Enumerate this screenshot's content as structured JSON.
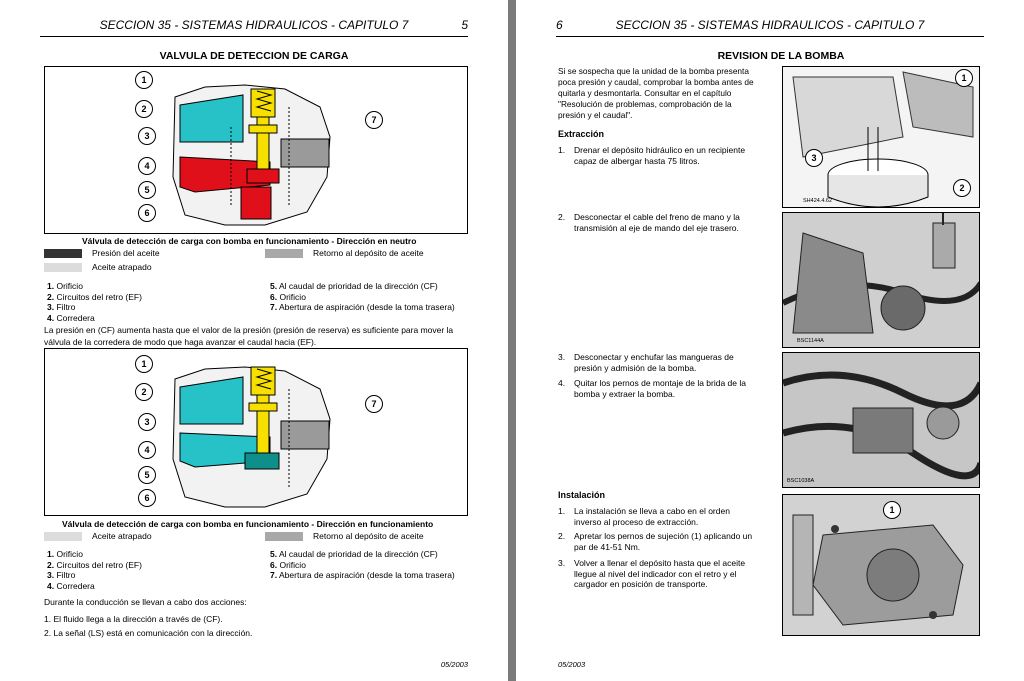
{
  "left_page": {
    "header_title": "SECCION 35 - SISTEMAS HIDRAULICOS - CAPITULO 7",
    "page_number": "5",
    "section_title": "VALVULA DE DETECCION DE CARGA",
    "figure1": {
      "callouts": [
        "1",
        "2",
        "3",
        "4",
        "5",
        "6",
        "7"
      ],
      "caption": "Válvula de detección de carga con bomba en funcionamiento - Dirección en neutro"
    },
    "legend1": {
      "oil_pressure": "Presión del aceite",
      "trapped_oil": "Aceite atrapado",
      "return_to_tank": "Retorno al depósito de aceite",
      "colors": {
        "oil_pressure": "#333333",
        "trapped_oil": "#dcdcdc",
        "return_to_tank": "#a8a8a8"
      }
    },
    "list1_left": [
      {
        "n": "1.",
        "t": "Orificio"
      },
      {
        "n": "2.",
        "t": "Circuitos del retro (EF)"
      },
      {
        "n": "3.",
        "t": "Filtro"
      },
      {
        "n": "4.",
        "t": "Corredera"
      }
    ],
    "list1_right": [
      {
        "n": "5.",
        "t": "Al caudal de prioridad de la dirección (CF)"
      },
      {
        "n": "6.",
        "t": "Orificio"
      },
      {
        "n": "7.",
        "t": "Abertura de aspiración (desde la toma trasera)"
      }
    ],
    "paragraph1": "La presión en (CF) aumenta hasta que el valor de la presión (presión de reserva) es suficiente para mover la válvula de la corredera de modo que haga avanzar el caudal hacia (EF).",
    "figure2": {
      "callouts": [
        "1",
        "2",
        "3",
        "4",
        "5",
        "6",
        "7"
      ],
      "caption": "Válvula de detección de carga con bomba en funcionamiento - Dirección en funcionamiento"
    },
    "legend2": {
      "trapped_oil": "Aceite atrapado",
      "return_to_tank": "Retorno al depósito de aceite",
      "colors": {
        "trapped_oil": "#dcdcdc",
        "return_to_tank": "#a8a8a8"
      }
    },
    "list2_left": [
      {
        "n": "1.",
        "t": "Orificio"
      },
      {
        "n": "2.",
        "t": "Circuitos del retro (EF)"
      },
      {
        "n": "3.",
        "t": "Filtro"
      },
      {
        "n": "4.",
        "t": "Corredera"
      }
    ],
    "list2_right": [
      {
        "n": "5.",
        "t": "Al caudal de prioridad de la dirección (CF)"
      },
      {
        "n": "6.",
        "t": "Orificio"
      },
      {
        "n": "7.",
        "t": "Abertura de aspiración (desde la toma trasera)"
      }
    ],
    "paragraph2": "Durante la conducción se llevan a cabo dos acciones:",
    "actions": [
      {
        "n": "1.",
        "t": "El fluido llega a la dirección a través de (CF)."
      },
      {
        "n": "2.",
        "t": "La señal (LS) está en comunicación con la dirección."
      }
    ],
    "footer": "05/2003"
  },
  "right_page": {
    "page_number": "6",
    "header_title": "SECCION 35 - SISTEMAS HIDRAULICOS - CAPITULO 7",
    "section_title": "REVISION DE LA BOMBA",
    "intro": "Si se sospecha que la unidad de la bomba presenta poca presión y caudal, comprobar la bomba antes de quitarla y desmontarla. Consultar en el capítulo \"Resolución de problemas, comprobación de la presión y el caudal\".",
    "extraction_heading": "Extracción",
    "extraction_steps": [
      {
        "n": "1.",
        "t": "Drenar el depósito hidráulico en un recipiente capaz de albergar hasta 75 litros."
      },
      {
        "n": "2.",
        "t": "Desconectar el cable del freno de mano y la transmisión al eje de mando del eje trasero."
      },
      {
        "n": "3.",
        "t": "Desconectar y enchufar las mangueras de presión y admisión de la bomba."
      },
      {
        "n": "4.",
        "t": "Quitar los pernos de montaje de la brida de la bomba y extraer la bomba."
      }
    ],
    "installation_heading": "Instalación",
    "installation_steps": [
      {
        "n": "1.",
        "t": "La instalación se lleva a cabo en el orden inverso al proceso de extracción."
      },
      {
        "n": "2.",
        "t": "Apretar los pernos de sujeción (1) aplicando un par de 41-51 Nm."
      },
      {
        "n": "3.",
        "t": "Volver a llenar el depósito hasta que el aceite llegue al nivel del indicador con el retro y el cargador en posición de transporte."
      }
    ],
    "photos": [
      {
        "code": "SH424.4.62",
        "callouts": [
          "1",
          "2",
          "3"
        ]
      },
      {
        "code": "BSC1144A",
        "callouts": []
      },
      {
        "code": "BSC1038A",
        "callouts": []
      },
      {
        "code": "",
        "callouts": [
          "1"
        ]
      }
    ],
    "footer": "05/2003"
  }
}
